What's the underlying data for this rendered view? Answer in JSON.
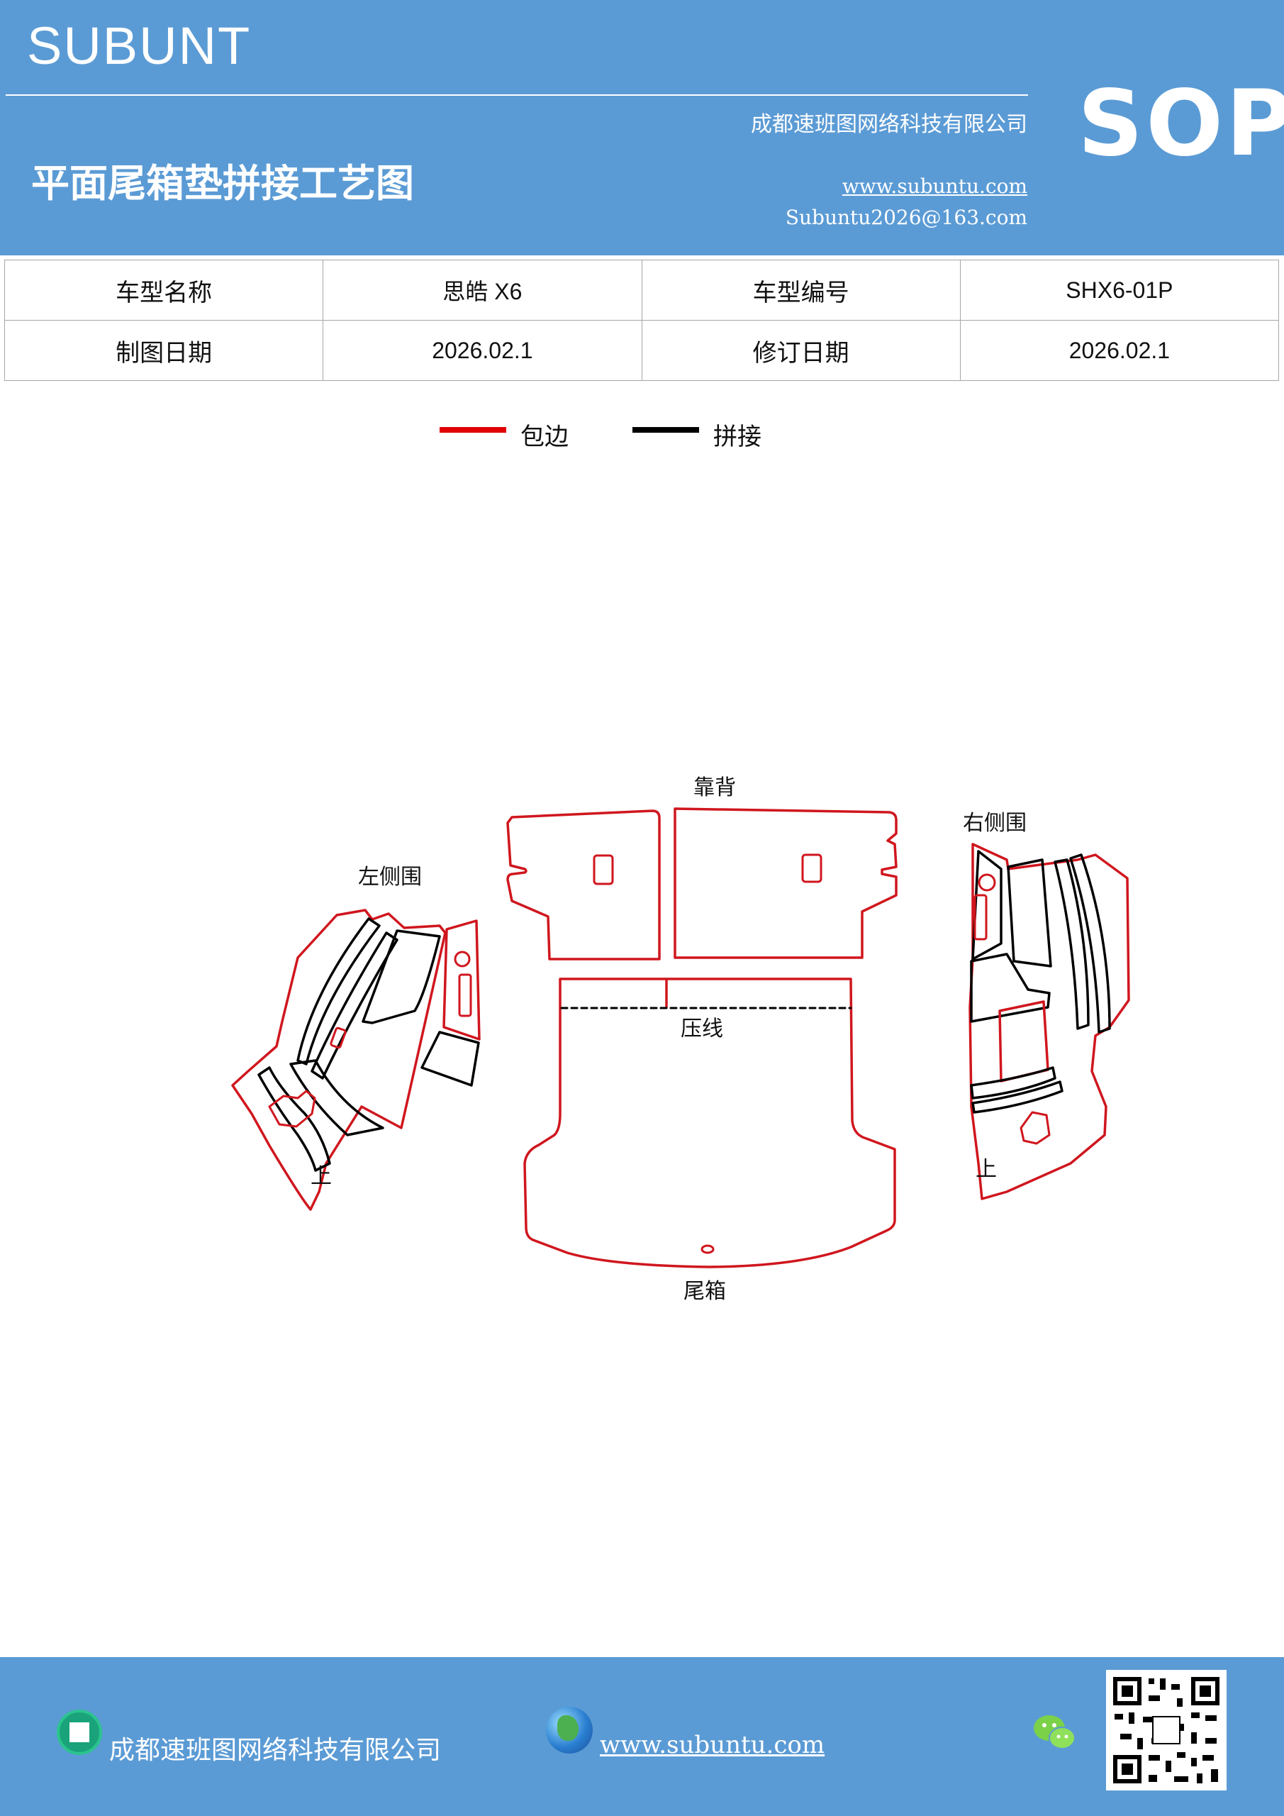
{
  "header": {
    "brand": "SUBUNT",
    "company": "成都速班图网络科技有限公司",
    "title": "平面尾箱垫拼接工艺图",
    "website": "www.subuntu.com",
    "email": "Subuntu2026@163.com",
    "badge": "SOP"
  },
  "info_table": {
    "rows": [
      [
        "车型名称",
        "思皓 X6",
        "车型编号",
        "SHX6-01P"
      ],
      [
        "制图日期",
        "2026.02.1",
        "修订日期",
        "2026.02.1"
      ]
    ]
  },
  "legend": {
    "items": [
      {
        "label": "包边",
        "color": "#e00000"
      },
      {
        "label": "拼接",
        "color": "#000000"
      }
    ]
  },
  "diagram": {
    "labels": {
      "backrest": "靠背",
      "left_side": "左侧围",
      "right_side": "右侧围",
      "press_line": "压线",
      "trunk": "尾箱",
      "mark_left": "上",
      "mark_right": "上"
    },
    "colors": {
      "edge": "#d0161e",
      "seam": "#000000"
    }
  },
  "footer": {
    "company": "成都速班图网络科技有限公司",
    "website": "www.subuntu.com"
  }
}
